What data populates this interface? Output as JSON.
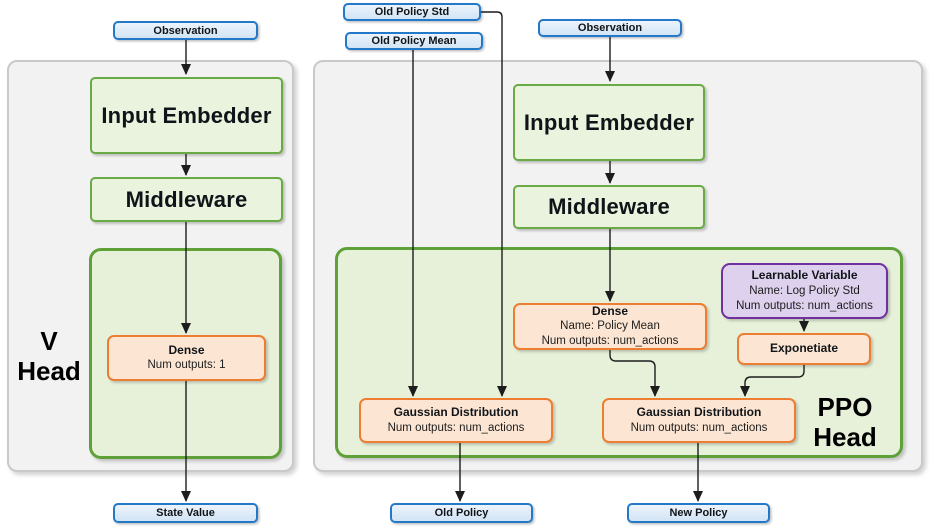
{
  "v_head": {
    "label_line1": "V",
    "label_line2": "Head",
    "observation": "Observation",
    "input_embedder": "Input Embedder",
    "middleware": "Middleware",
    "dense_title": "Dense",
    "dense_outputs": "Num outputs: 1",
    "state_value": "State Value"
  },
  "ppo_head": {
    "label_line1": "PPO",
    "label_line2": "Head",
    "old_policy_std": "Old Policy Std",
    "old_policy_mean": "Old Policy Mean",
    "observation": "Observation",
    "input_embedder": "Input Embedder",
    "middleware": "Middleware",
    "dense_title": "Dense",
    "dense_name": "Name: Policy Mean",
    "dense_outputs": "Num outputs: num_actions",
    "learnable_title": "Learnable Variable",
    "learnable_name": "Name: Log Policy Std",
    "learnable_outputs": "Num outputs: num_actions",
    "exponetiate": "Exponetiate",
    "gaussian_old_title": "Gaussian Distribution",
    "gaussian_old_outputs": "Num outputs: num_actions",
    "gaussian_new_title": "Gaussian Distribution",
    "gaussian_new_outputs": "Num outputs: num_actions",
    "old_policy": "Old Policy",
    "new_policy": "New Policy"
  },
  "colors": {
    "io_fill": "#d9e8f7",
    "io_border": "#2478c8",
    "block_fill": "#e9f3de",
    "block_border": "#6aaa45",
    "layer_fill": "#fce6d3",
    "layer_border": "#ed7d31",
    "variable_fill": "#ddd1ee",
    "variable_border": "#7030a0",
    "panel_fill": "#f2f2f2",
    "arrow": "#1c1c1c"
  }
}
